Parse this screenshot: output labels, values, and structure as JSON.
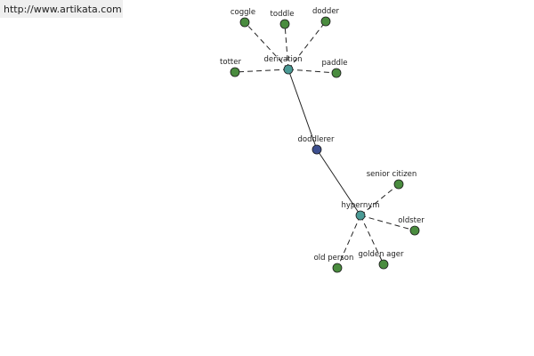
{
  "source_link": "http://www.artikata.com",
  "center": {
    "label": "doddlerer",
    "color": "#3d4f8f"
  },
  "hubs": [
    {
      "id": "derivation",
      "label": "derivation",
      "color": "#4a9a95",
      "leaves": [
        {
          "label": "coggle",
          "color": "#4a8c3f"
        },
        {
          "label": "toddle",
          "color": "#4a8c3f"
        },
        {
          "label": "dodder",
          "color": "#4a8c3f"
        },
        {
          "label": "totter",
          "color": "#4a8c3f"
        },
        {
          "label": "paddle",
          "color": "#4a8c3f"
        }
      ]
    },
    {
      "id": "hypernym",
      "label": "hypernym",
      "color": "#4a9a95",
      "leaves": [
        {
          "label": "senior citizen",
          "color": "#4a8c3f"
        },
        {
          "label": "oldster",
          "color": "#4a8c3f"
        },
        {
          "label": "golden ager",
          "color": "#4a8c3f"
        },
        {
          "label": "old person",
          "color": "#4a8c3f"
        }
      ]
    }
  ]
}
